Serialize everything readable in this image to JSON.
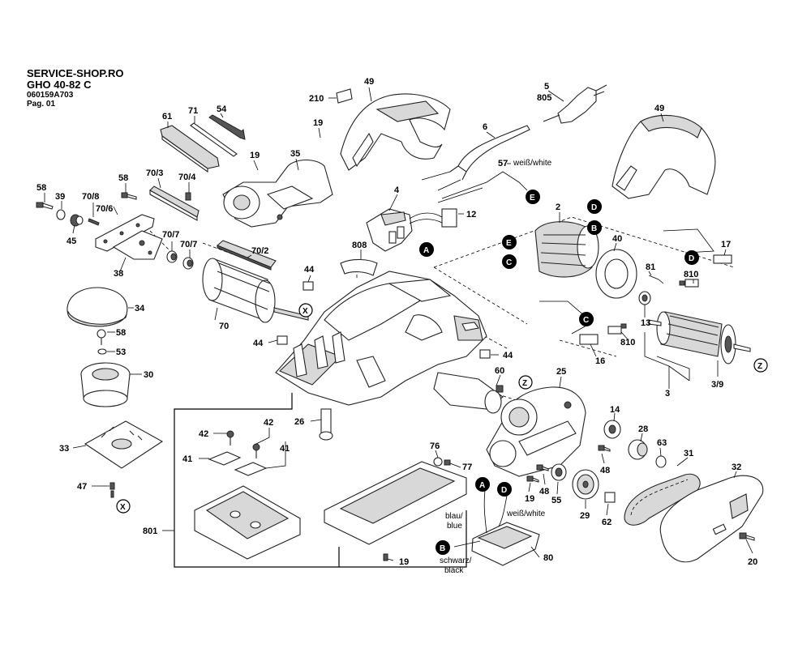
{
  "header": {
    "site": "SERVICE-SHOP.RO",
    "model": "GHO 40-82 C",
    "part_number": "060159A703",
    "page": "Pag. 01"
  },
  "callouts": {
    "c49a": "49",
    "c210": "210",
    "c19a": "19",
    "c35": "35",
    "c19b": "19",
    "c61": "61",
    "c71": "71",
    "c54": "54",
    "c58a": "58",
    "c39": "39",
    "c708": "70/8",
    "c706": "70/6",
    "c45": "45",
    "c58b": "58",
    "c703": "70/3",
    "c704": "70/4",
    "c38": "38",
    "c707a": "70/7",
    "c707b": "70/7",
    "c702": "70/2",
    "c70": "70",
    "c34": "34",
    "c58c": "58",
    "c53": "53",
    "c30": "30",
    "c33": "33",
    "c47": "47",
    "c44a": "44",
    "c44b": "44",
    "c44c": "44",
    "c808": "808",
    "c4": "4",
    "c12": "12",
    "c5": "5",
    "c805": "805",
    "c6": "6",
    "c57": "57",
    "c49b": "49",
    "c2": "2",
    "c40": "40",
    "c81": "81",
    "c17": "17",
    "c810a": "810",
    "c13": "13",
    "c810b": "810",
    "c16": "16",
    "c3": "3",
    "c39b": "3/9",
    "c60": "60",
    "c25": "25",
    "c26": "26",
    "c42a": "42",
    "c42b": "42",
    "c41a": "41",
    "c41b": "41",
    "c801": "801",
    "c76": "76",
    "c77": "77",
    "c14": "14",
    "c28": "28",
    "c63": "63",
    "c31": "31",
    "c32": "32",
    "c48a": "48",
    "c48b": "48",
    "c55": "55",
    "c19c": "19",
    "c29": "29",
    "c62": "62",
    "c19d": "19",
    "c80": "80",
    "c20": "20"
  },
  "wire_labels": {
    "white_57": "weiß/white",
    "blue_de": "blau/",
    "blue_en": "blue",
    "white_80": "weiß/white",
    "black_de": "schwarz/",
    "black_en": "black"
  },
  "markers": {
    "A": "A",
    "B": "B",
    "C": "C",
    "D": "D",
    "E": "E",
    "X": "X",
    "Z": "Z"
  }
}
